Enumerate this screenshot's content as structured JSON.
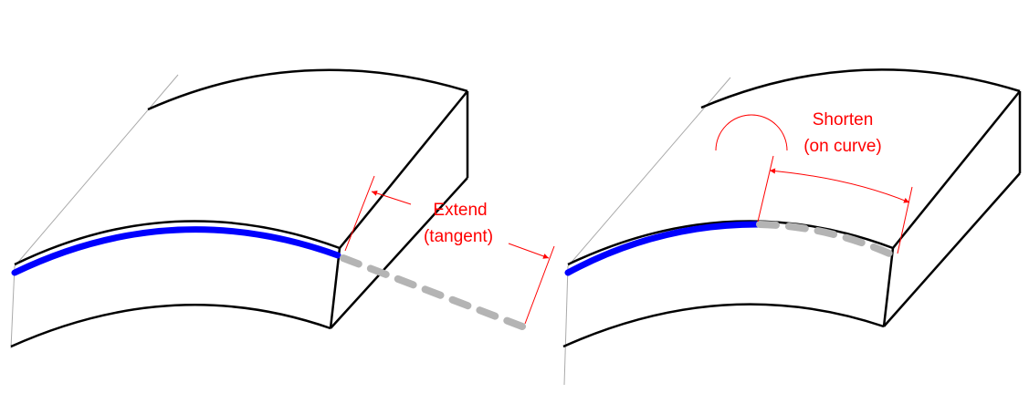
{
  "labels": {
    "extend_line1": "Extend",
    "extend_line2": "(tangent)",
    "shorten_line1": "Shorten",
    "shorten_line2": "(on curve)"
  },
  "colors": {
    "edge": "#000000",
    "selected_curve": "#0000ff",
    "modified_curve": "#b4b4b4",
    "annotation": "#ff0000",
    "construction": "#aaaaaa"
  }
}
